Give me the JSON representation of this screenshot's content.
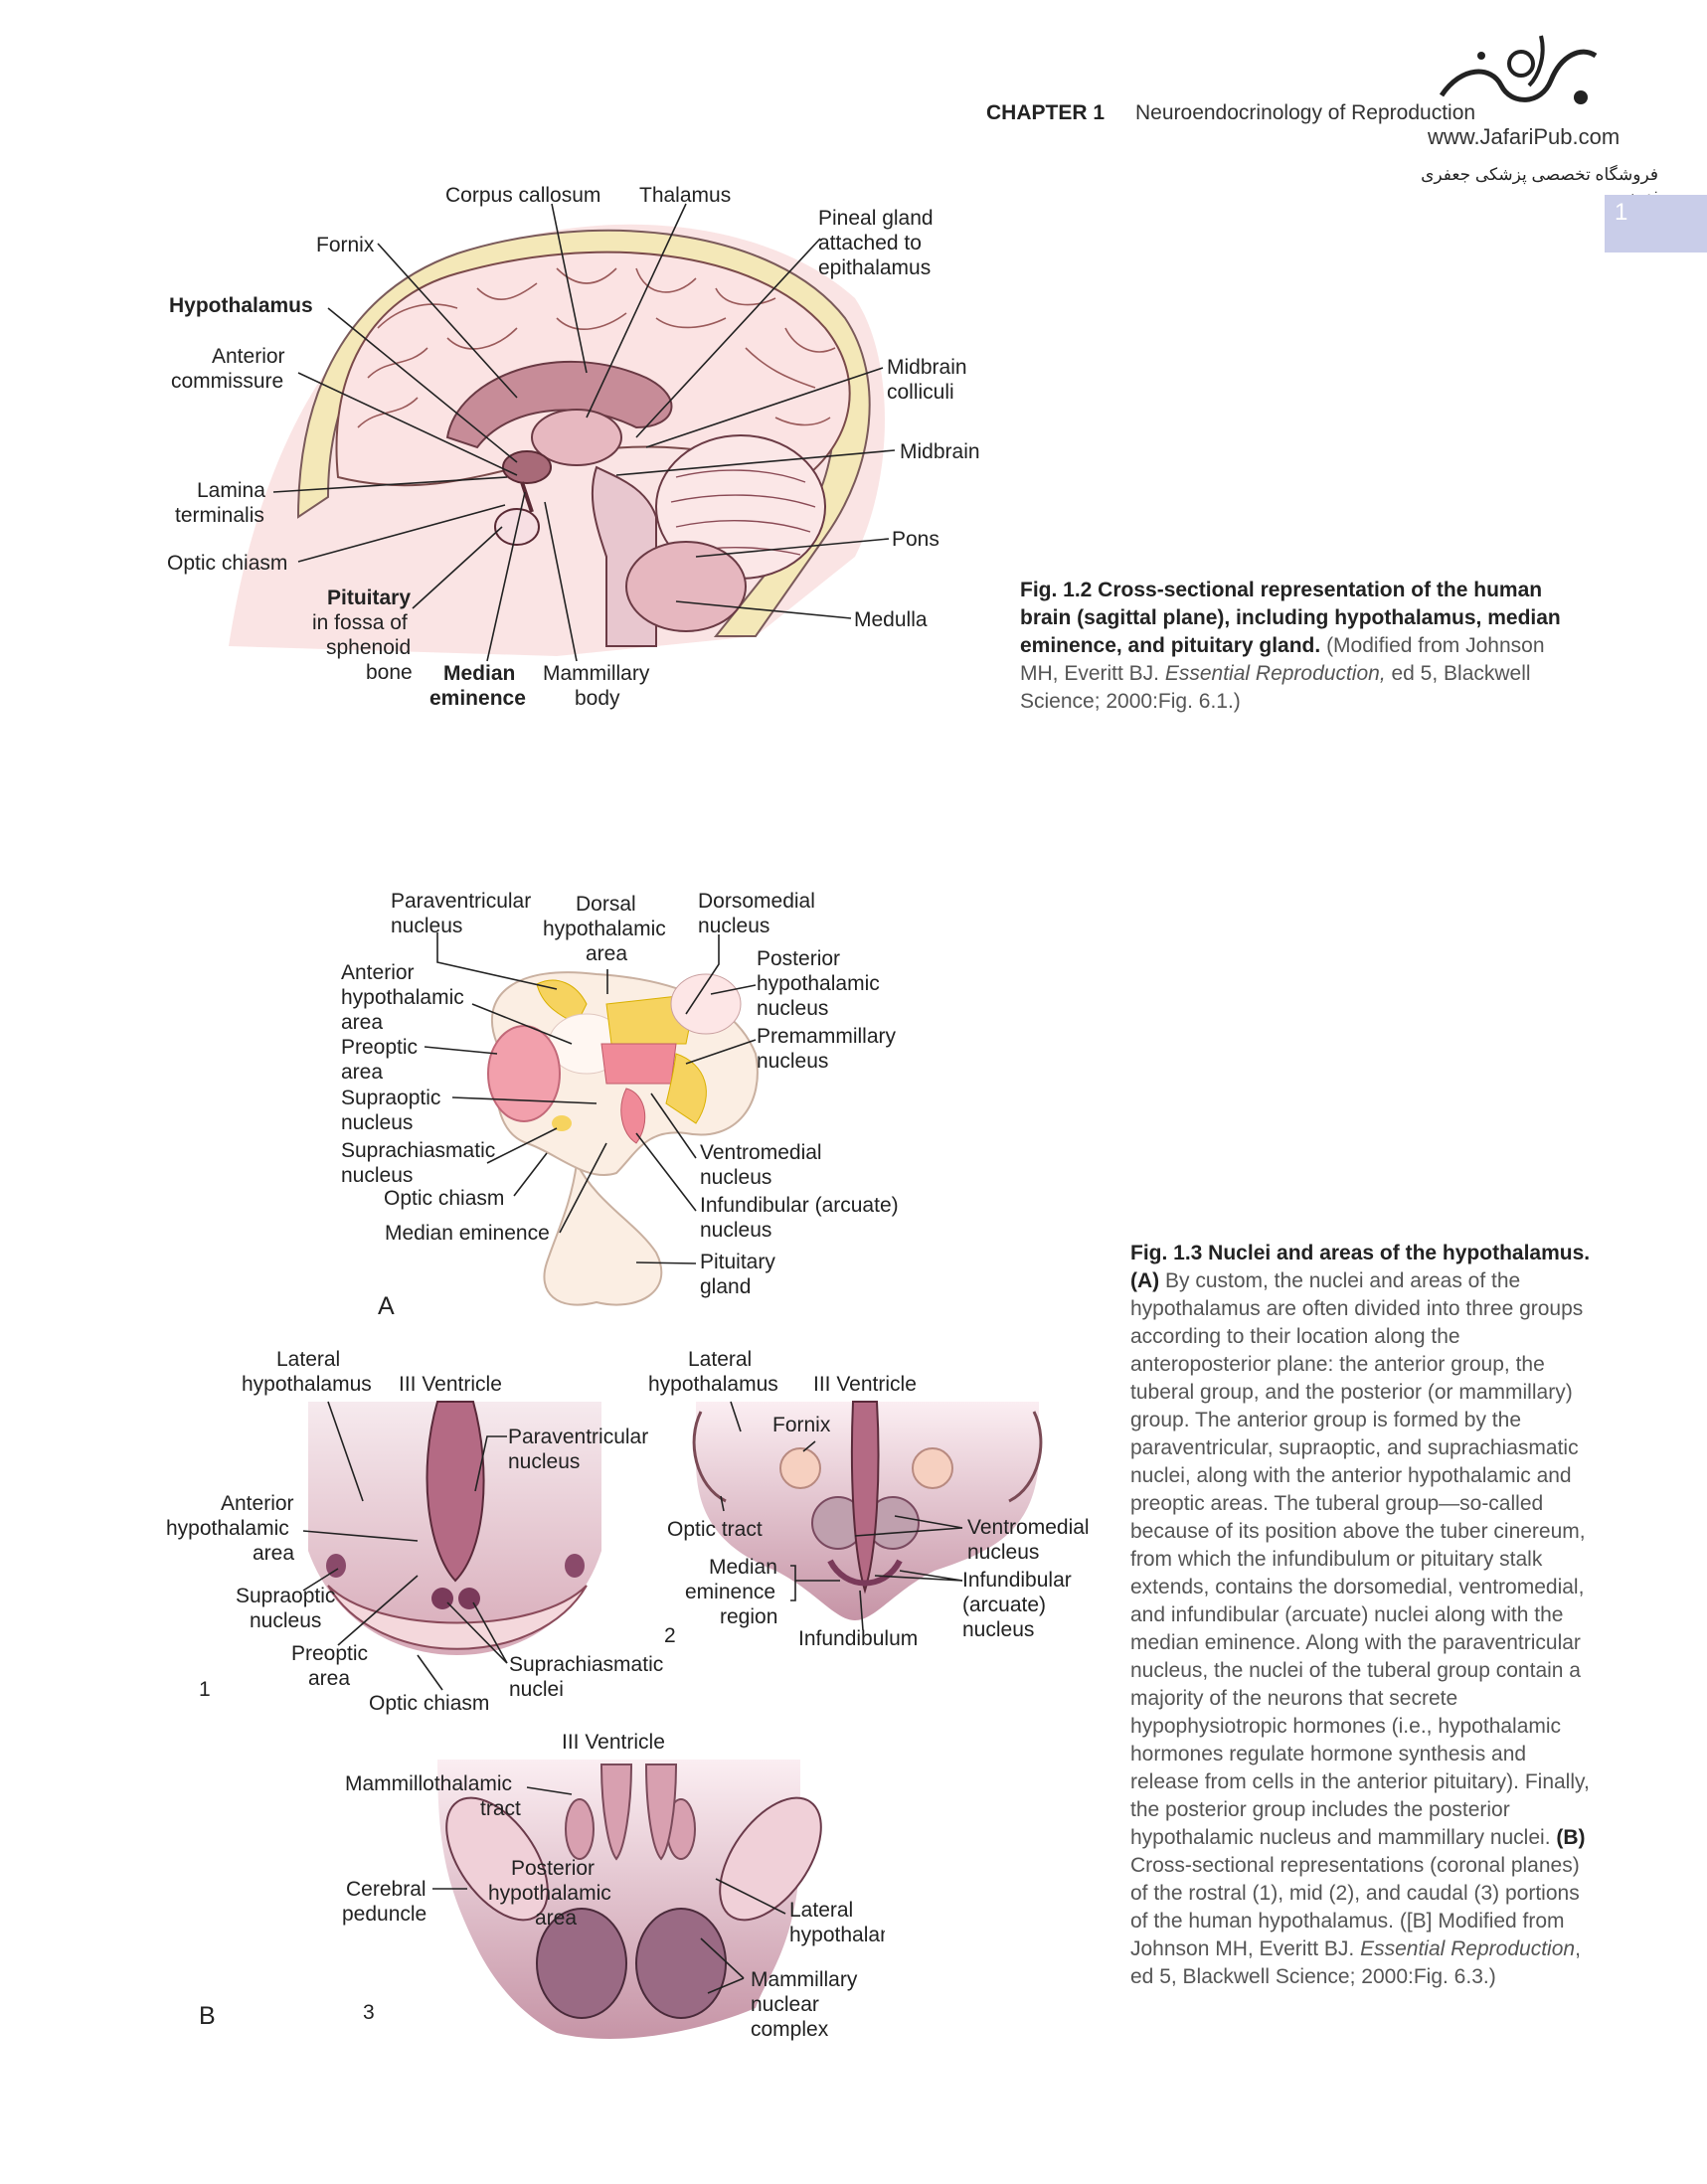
{
  "header": {
    "chapter": "CHAPTER 1",
    "title": "Neuroendocrinology of Reproduction",
    "page_tab": "1",
    "logo_url": "www.JafariPub.com",
    "logo_persian": "فروشگاه تخصصی پزشکی جعفری نوین"
  },
  "fig12": {
    "labels": {
      "corpus_callosum": "Corpus callosum",
      "thalamus": "Thalamus",
      "pineal1": "Pineal gland",
      "pineal2": "attached to",
      "pineal3": "epithalamus",
      "fornix": "Fornix",
      "hypothalamus": "Hypothalamus",
      "anterior1": "Anterior",
      "anterior2": "commissure",
      "midbrain_coll1": "Midbrain",
      "midbrain_coll2": "colliculi",
      "midbrain": "Midbrain",
      "lamina1": "Lamina",
      "lamina2": "terminalis",
      "pons": "Pons",
      "optic_chiasm": "Optic chiasm",
      "pituitary": "Pituitary",
      "pit2": "in fossa of",
      "pit3": "sphenoid",
      "pit4": "bone",
      "median1": "Median",
      "median2": "eminence",
      "mamm1": "Mammillary",
      "mamm2": "body",
      "medulla": "Medulla"
    },
    "caption_bold": "Fig. 1.2 Cross-sectional representation of the human brain (sagittal plane), including hypothalamus, median eminence, and pituitary gland.",
    "caption_pre": " (Modified from Johnson MH, Everitt BJ. ",
    "caption_italic": "Essential Reproduction,",
    "caption_post": " ed 5, Blackwell Science; 2000:Fig. 6.1.)"
  },
  "fig13a": {
    "panel_letter": "A",
    "labels": {
      "pvn1": "Paraventricular",
      "pvn2": "nucleus",
      "dha1": "Dorsal",
      "dha2": "hypothalamic",
      "dha3": "area",
      "dmn1": "Dorsomedial",
      "dmn2": "nucleus",
      "aha1": "Anterior",
      "aha2": "hypothalamic",
      "aha3": "area",
      "phn1": "Posterior",
      "phn2": "hypothalamic",
      "phn3": "nucleus",
      "poa1": "Preoptic",
      "poa2": "area",
      "pmn1": "Premammillary",
      "pmn2": "nucleus",
      "son1": "Supraoptic",
      "son2": "nucleus",
      "scn1": "Suprachiasmatic",
      "scn2": "nucleus",
      "vmn1": "Ventromedial",
      "vmn2": "nucleus",
      "oc": "Optic chiasm",
      "arc1": "Infundibular (arcuate)",
      "arc2": "nucleus",
      "me": "Median eminence",
      "pit1": "Pituitary",
      "pit2": "gland"
    }
  },
  "fig13b": {
    "panel_letter": "B",
    "p1": {
      "num": "1",
      "lat1": "Lateral",
      "lat2": "hypothalamus",
      "v3": "III Ventricle",
      "pvn1": "Paraventricular",
      "pvn2": "nucleus",
      "aha1": "Anterior",
      "aha2": "hypothalamic",
      "aha3": "area",
      "son1": "Supraoptic",
      "son2": "nucleus",
      "poa1": "Preoptic",
      "poa2": "area",
      "oc": "Optic chiasm",
      "scn1": "Suprachiasmatic",
      "scn2": "nuclei"
    },
    "p2": {
      "num": "2",
      "lat1": "Lateral",
      "lat2": "hypothalamus",
      "v3": "III Ventricle",
      "fornix": "Fornix",
      "ot": "Optic tract",
      "vmn1": "Ventromedial",
      "vmn2": "nucleus",
      "me1": "Median",
      "me2": "eminence",
      "me3": "region",
      "arc1": "Infundibular",
      "arc2": "(arcuate)",
      "arc3": "nucleus",
      "inf": "Infundibulum"
    },
    "p3": {
      "num": "3",
      "v3": "III Ventricle",
      "mtt1": "Mammillothalamic",
      "mtt2": "tract",
      "cp1": "Cerebral",
      "cp2": "peduncle",
      "pha1": "Posterior",
      "pha2": "hypothalamic",
      "pha3": "area",
      "lat1": "Lateral",
      "lat2": "hypothalamus",
      "mnc1": "Mammillary",
      "mnc2": "nuclear",
      "mnc3": "complex"
    }
  },
  "fig13_caption": {
    "bold": "Fig. 1.3 Nuclei and areas of the hypothalamus.",
    "a_tag": "(A)",
    "a_text": " By custom, the nuclei and areas of the hypothalamus are often divided into three groups according to their location along the anteroposterior plane: the anterior group, the tuberal group, and the posterior (or mammillary) group. The anterior group is formed by the paraventricular, supraoptic, and suprachiasmatic nuclei, along with the anterior hypothalamic and preoptic areas. The tuberal group—so-called because of its position above the tuber cinereum, from which the infundibulum or pituitary stalk extends, contains the dorsomedial, ventromedial, and infundibular (arcuate) nuclei along with the median eminence. Along with the paraventricular nucleus, the nuclei of the tuberal group contain a majority of the neurons that secrete hypophysiotropic hormones (i.e., hypothalamic hormones regulate hormone synthesis and release from cells in the anterior pituitary). Finally, the posterior group includes the posterior hypothalamic nucleus and mammillary nuclei. ",
    "b_tag": "(B)",
    "b_text": " Cross-sectional representations (coronal planes) of the rostral (1), mid (2), and caudal (3) portions of the human hypothalamus. ([B] Modified from Johnson MH, Everitt BJ. ",
    "b_italic": "Essential Reproduction",
    "b_post": ", ed 5, Blackwell Science; 2000:Fig. 6.3.)"
  }
}
